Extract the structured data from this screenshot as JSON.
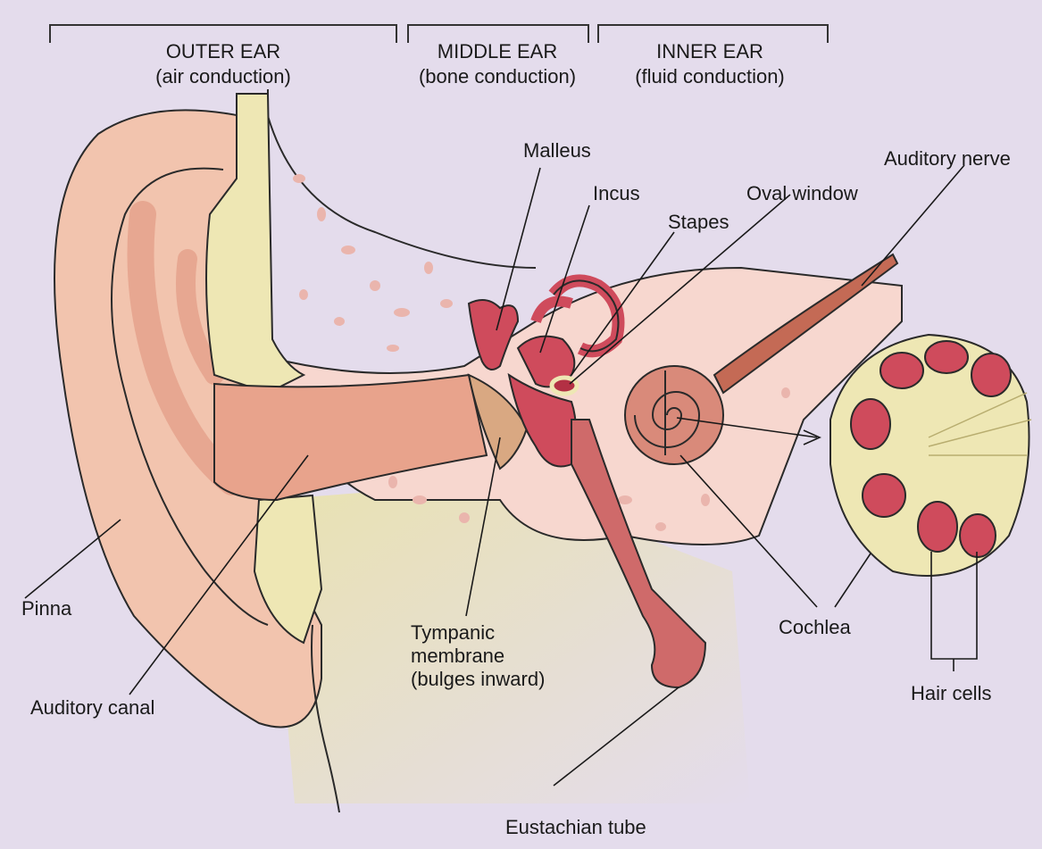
{
  "sections": [
    {
      "title": "OUTER EAR",
      "subtitle": "(air conduction)"
    },
    {
      "title": "MIDDLE EAR",
      "subtitle": "(bone conduction)"
    },
    {
      "title": "INNER EAR",
      "subtitle": "(fluid conduction)"
    }
  ],
  "labels": {
    "malleus": "Malleus",
    "incus": "Incus",
    "stapes": "Stapes",
    "oval_window": "Oval window",
    "auditory_nerve": "Auditory nerve",
    "pinna": "Pinna",
    "auditory_canal": "Auditory canal",
    "tympanic": [
      "Tympanic",
      "membrane",
      "(bulges inward)"
    ],
    "cochlea": "Cochlea",
    "hair_cells": "Hair cells",
    "eustachian_tube": "Eustachian tube"
  },
  "colors": {
    "background": "#e4dcec",
    "skin": "#f2c4ae",
    "skin_dark": "#e3a08a",
    "bone": "#f7d7cf",
    "bone_spots": "#eab5ad",
    "cartilage": "#eee7b4",
    "red_structures": "#cf4b5c",
    "outline": "#2a2a2a"
  }
}
